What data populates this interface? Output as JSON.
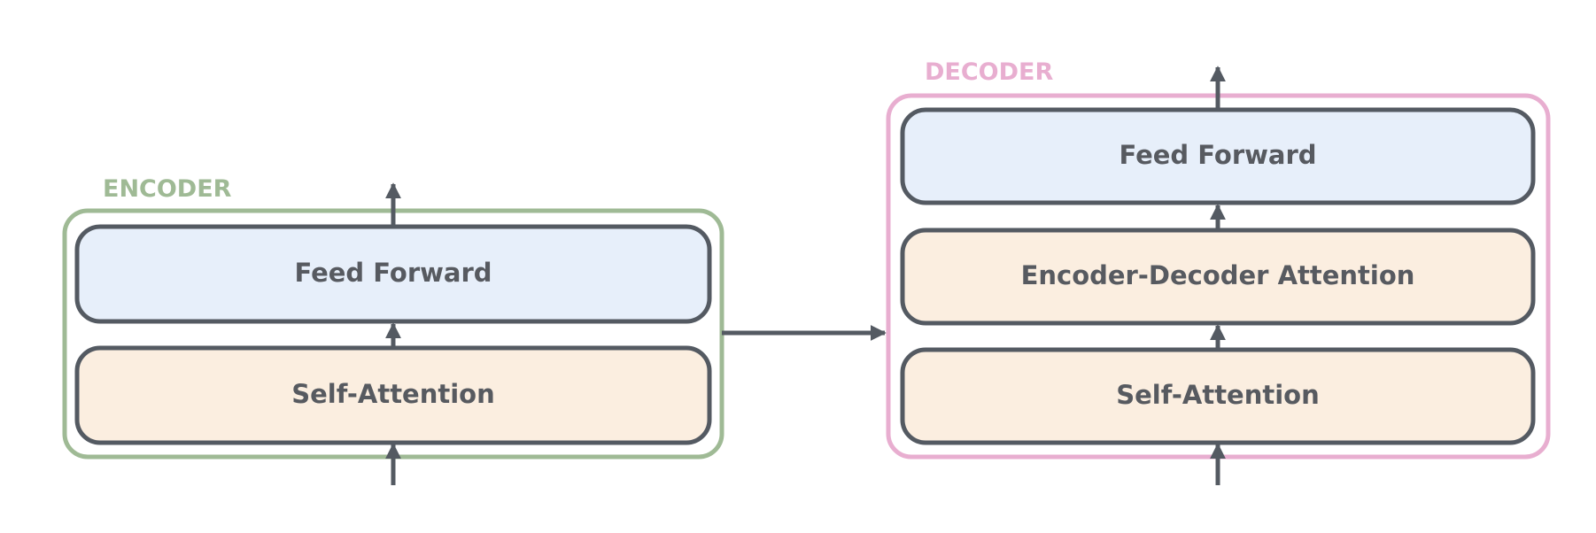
{
  "colors": {
    "encoder_border": "#9fba95",
    "decoder_border": "#e8aed0",
    "block_border": "#545a62",
    "feed_forward_fill": "#e7effa",
    "attention_fill": "#fbeee0",
    "arrow": "#545a62",
    "label_text": "#575a60"
  },
  "encoder": {
    "label": "ENCODER",
    "feed_forward": "Feed Forward",
    "self_attention": "Self-Attention"
  },
  "decoder": {
    "label": "DECODER",
    "feed_forward": "Feed Forward",
    "enc_dec_attention": "Encoder-Decoder Attention",
    "self_attention": "Self-Attention"
  }
}
